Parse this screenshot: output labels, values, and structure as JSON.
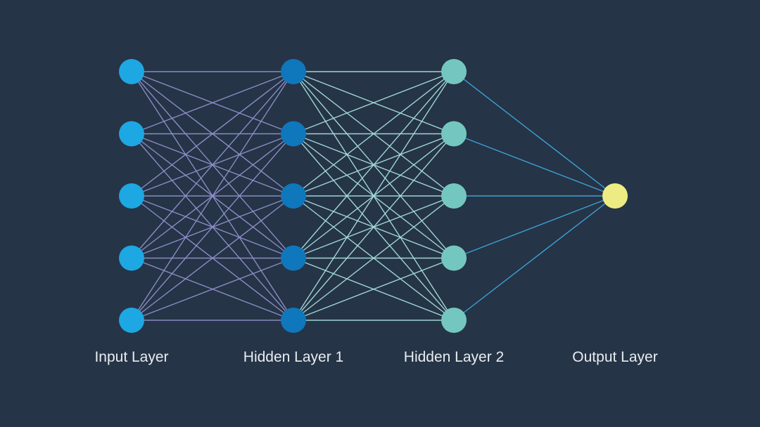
{
  "diagram": {
    "background": "#253446",
    "layers": [
      {
        "label": "Input Layer",
        "nodes": 5,
        "color": "#1da7e3"
      },
      {
        "label": "Hidden Layer 1",
        "nodes": 5,
        "color": "#0f77bb"
      },
      {
        "label": "Hidden Layer 2",
        "nodes": 5,
        "color": "#74c7c0"
      },
      {
        "label": "Output Layer",
        "nodes": 1,
        "color": "#edec83"
      }
    ],
    "connections": [
      {
        "from": 0,
        "to": 1,
        "color": "#8f8fcb"
      },
      {
        "from": 1,
        "to": 2,
        "color": "#a5dede"
      },
      {
        "from": 2,
        "to": 3,
        "color": "#3fa6dc"
      }
    ]
  }
}
